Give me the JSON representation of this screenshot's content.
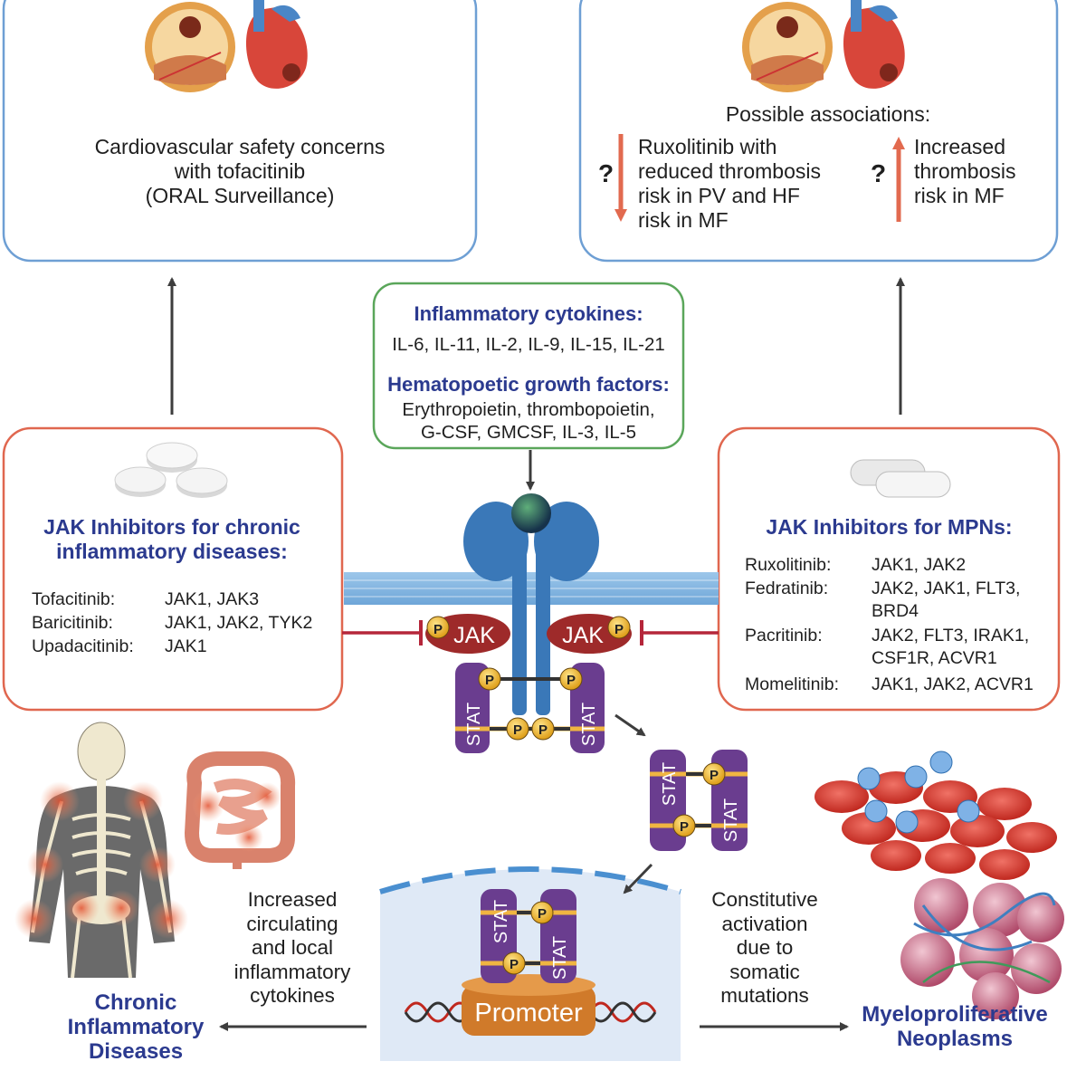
{
  "top_left": {
    "text_lines": [
      "Cardiovascular safety concerns",
      "with tofacitinib",
      "(ORAL Surveillance)"
    ]
  },
  "top_right": {
    "heading": "Possible associations:",
    "left_lines": [
      "Ruxolitinib with",
      "reduced thrombosis",
      "risk in PV and HF",
      "risk in MF"
    ],
    "right_lines": [
      "Increased",
      "thrombosis",
      "risk in MF"
    ],
    "question_mark": "?"
  },
  "cytokines": {
    "title1": "Inflammatory cytokines:",
    "line1": "IL-6, IL-11, IL-2, IL-9, IL-15, IL-21",
    "title2": "Hematopoetic growth factors:",
    "line2": "Erythropoietin, thrombopoietin,",
    "line3": "G-CSF, GMCSF, IL-3, IL-5"
  },
  "left_box": {
    "title_lines": [
      "JAK Inhibitors for chronic",
      "inflammatory diseases:"
    ],
    "drugs": [
      {
        "name": "Tofacitinib:",
        "targets": "JAK1, JAK3"
      },
      {
        "name": "Baricitinib:",
        "targets": "JAK1, JAK2, TYK2"
      },
      {
        "name": "Upadacitinib:",
        "targets": "JAK1"
      }
    ]
  },
  "right_box": {
    "title": "JAK Inhibitors for MPNs:",
    "drugs": [
      {
        "name": "Ruxolitinib:",
        "targets": [
          "JAK1, JAK2"
        ]
      },
      {
        "name": "Fedratinib:",
        "targets": [
          "JAK2, JAK1, FLT3,",
          "BRD4"
        ]
      },
      {
        "name": "Pacritinib:",
        "targets": [
          "JAK2, FLT3, IRAK1,",
          "CSF1R, ACVR1"
        ]
      },
      {
        "name": "Momelitinib:",
        "targets": [
          "JAK1, JAK2, ACVR1"
        ]
      }
    ]
  },
  "pathway": {
    "jak": "JAK",
    "stat": "STAT",
    "p": "P",
    "promoter": "Promoter"
  },
  "bottom_left": {
    "middle_lines": [
      "Increased",
      "circulating",
      "and local",
      "inflammatory",
      "cytokines"
    ],
    "label_lines": [
      "Chronic",
      "Inflammatory",
      "Diseases"
    ]
  },
  "bottom_right": {
    "middle_lines": [
      "Constitutive",
      "activation",
      "due to",
      "somatic",
      "mutations"
    ],
    "label_lines": [
      "Myeloproliferative",
      "Neoplasms"
    ]
  },
  "colors": {
    "blue_box": "#6e9fd4",
    "orange_box": "#e0674f",
    "green_box": "#5aa65a",
    "heading_blue": "#2b3a8f",
    "red_arrow": "#e26a4f",
    "inhibitor_red": "#b5263a",
    "stat_purple": "#6a3d8f",
    "jak_red": "#9e2a2a",
    "receptor_blue": "#3a78b8",
    "promoter_orange": "#d07a2a",
    "nucleus_fill": "#dfe9f6"
  }
}
